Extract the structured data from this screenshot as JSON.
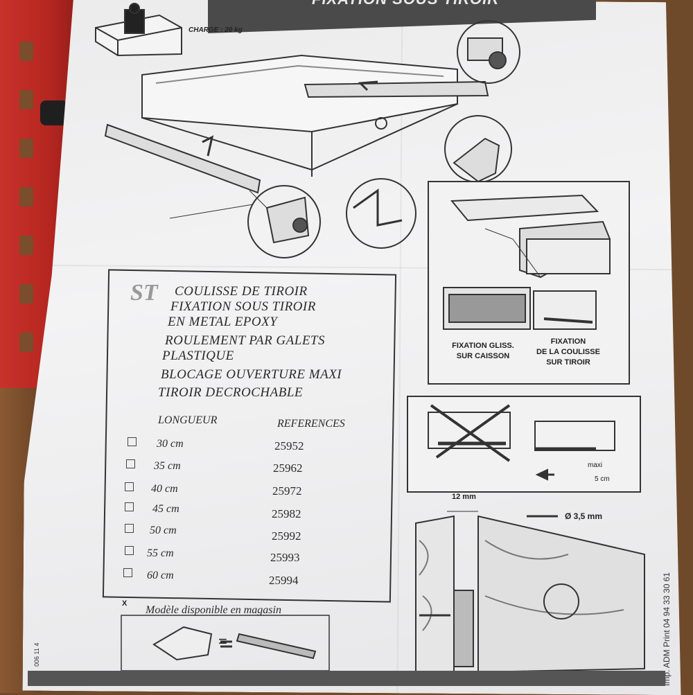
{
  "header": {
    "title": "FIXATION SOUS TIROIR"
  },
  "top_figure": {
    "charge_label": "CHARGE : 20 kg"
  },
  "product": {
    "logo": "ST",
    "features": [
      "COULISSE DE TIROIR",
      "FIXATION SOUS TIROIR",
      "EN METAL EPOXY",
      "ROULEMENT PAR GALETS",
      "PLASTIQUE",
      "BLOCAGE OUVERTURE MAXI",
      "TIROIR DECROCHABLE"
    ],
    "table": {
      "headers": [
        "LONGUEUR",
        "REFERENCES"
      ],
      "rows": [
        {
          "length": "30 cm",
          "ref": "25952"
        },
        {
          "length": "35 cm",
          "ref": "25962"
        },
        {
          "length": "40 cm",
          "ref": "25972"
        },
        {
          "length": "45 cm",
          "ref": "25982"
        },
        {
          "length": "50 cm",
          "ref": "25992"
        },
        {
          "length": "55 cm",
          "ref": "25993"
        },
        {
          "length": "60 cm",
          "ref": "25994"
        }
      ]
    },
    "store_note": {
      "mark": "X",
      "text": "Modèle disponible en magasin"
    }
  },
  "right_panel": {
    "label_left": "FIXATION GLISS.\nSUR CAISSON",
    "label_right": "FIXATION\nDE LA COULISSE\nSUR TIROIR"
  },
  "mounting": {
    "max_label": "maxi",
    "max_value": "5 cm",
    "gap_label": "12 mm",
    "screw_label": "Ø 3,5 mm"
  },
  "side_text": {
    "printer": "Imp. ADM Print  04 94 33 30 61",
    "code": "006 11 4"
  }
}
